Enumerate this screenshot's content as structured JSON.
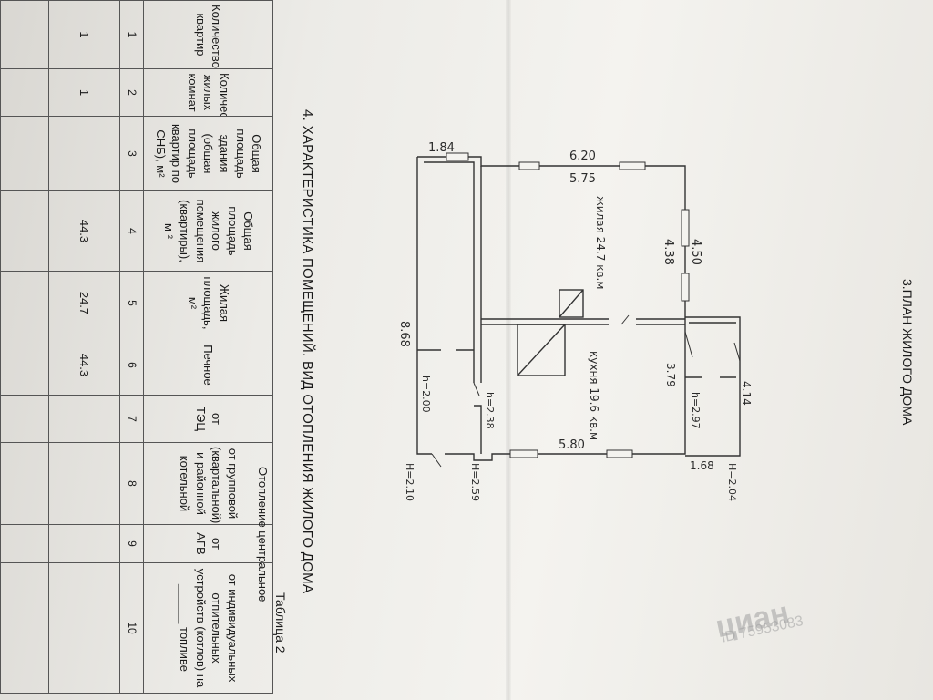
{
  "section4_title": "4. ХАРАКТЕРИСТИКА ПОМЕЩЕНИЙ, ВИД ОТОПЛЕНИЯ ЖИЛОГО ДОМА",
  "table_caption": "Таблица 2",
  "section3_title": "3.ПЛАН ЖИЛОГО ДОМА",
  "table_rows": [
    {
      "num": "1",
      "label": "Количество квартир",
      "value": "1"
    },
    {
      "num": "2",
      "label": "Количество жилых комнат",
      "value": "1"
    },
    {
      "num": "3",
      "label": "Общая площадь здания (общая площадь квартир по СНБ), м²",
      "value": ""
    },
    {
      "num": "4",
      "label": "Общая площадь жилого помещения (квартиры), м ²",
      "value": "44.3"
    },
    {
      "num": "5",
      "label": "Жилая площадь, м²",
      "value": "24.7"
    },
    {
      "num": "6",
      "label": "Печное",
      "value": "44.3"
    },
    {
      "num": "7",
      "label": "от ТЭЦ",
      "value": ""
    },
    {
      "num": "8",
      "label": "от групповой (квартальной) и районной котельной",
      "value": ""
    },
    {
      "num": "9",
      "label": "от АГВ",
      "value": ""
    },
    {
      "num": "10",
      "label": "от индивидуальных отпительных устройств (котлов) на ______ топливе",
      "value": ""
    }
  ],
  "heating_group_label": "Отопление центральное",
  "plan_labels": {
    "d_top_left": "1.84",
    "d_top_outer": "6.20",
    "d_top_inner": "5.75",
    "d_right_outer": "4.50",
    "d_right_inner": "4.38",
    "d_left": "8.68",
    "d_right_mid": "3.79",
    "d_right_small": "4.14",
    "d_bottom": "5.80",
    "d_bottom_right": "1.68",
    "room_living": "жилая 24.7 кв.м",
    "room_kitchen": "кухня 19.6 кв.м",
    "room_small": "h=2.97",
    "room_left": "h=2.00",
    "room_hall": "h=2.38",
    "h_left": "Н=2.10",
    "h_mid": "Н=2.59",
    "h_right": "Н=2.04"
  },
  "watermark_logo": "циан",
  "watermark_id": "ID 75953083"
}
